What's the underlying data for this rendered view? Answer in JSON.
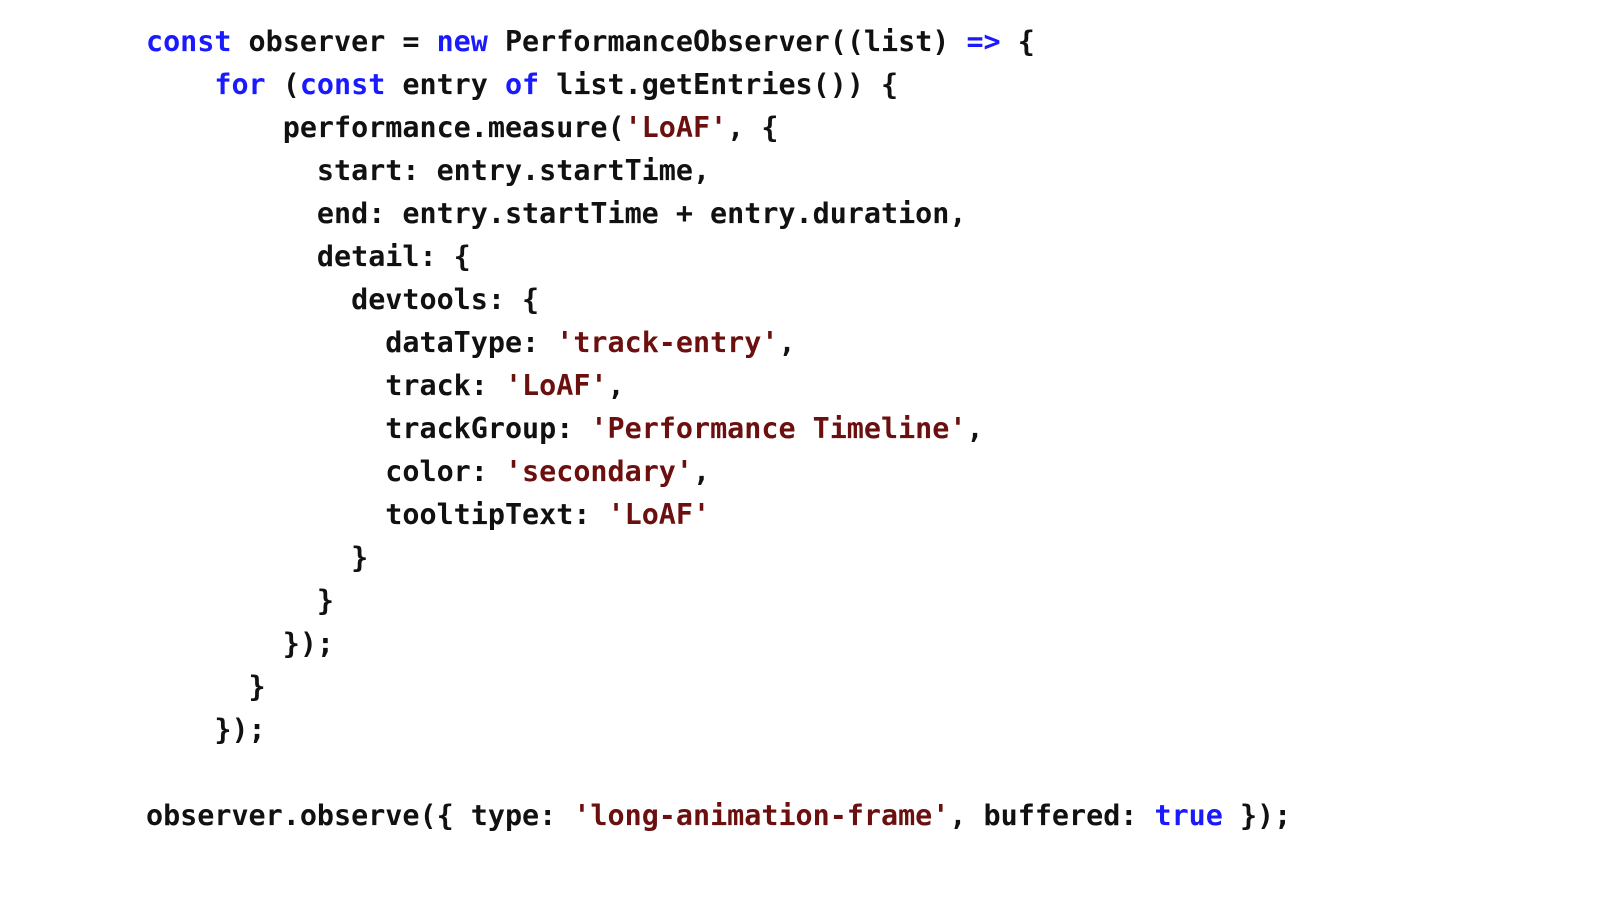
{
  "code_editor": {
    "colors": {
      "keyword": "#1a1aff",
      "string": "#6b0f0f",
      "text": "#111111",
      "background": "#ffffff"
    },
    "lines": [
      [
        {
          "t": "kw",
          "v": "const"
        },
        {
          "t": "plain",
          "v": " observer = "
        },
        {
          "t": "kw",
          "v": "new"
        },
        {
          "t": "plain",
          "v": " PerformanceObserver((list) "
        },
        {
          "t": "kw",
          "v": "=>"
        },
        {
          "t": "plain",
          "v": " {"
        }
      ],
      [
        {
          "t": "plain",
          "v": "    "
        },
        {
          "t": "kw",
          "v": "for"
        },
        {
          "t": "plain",
          "v": " ("
        },
        {
          "t": "kw",
          "v": "const"
        },
        {
          "t": "plain",
          "v": " entry "
        },
        {
          "t": "kw",
          "v": "of"
        },
        {
          "t": "plain",
          "v": " list.getEntries()) {"
        }
      ],
      [
        {
          "t": "plain",
          "v": "        performance.measure("
        },
        {
          "t": "str",
          "v": "'LoAF'"
        },
        {
          "t": "plain",
          "v": ", {"
        }
      ],
      [
        {
          "t": "plain",
          "v": "          start: entry.startTime,"
        }
      ],
      [
        {
          "t": "plain",
          "v": "          end: entry.startTime + entry.duration,"
        }
      ],
      [
        {
          "t": "plain",
          "v": "          detail: {"
        }
      ],
      [
        {
          "t": "plain",
          "v": "            devtools: {"
        }
      ],
      [
        {
          "t": "plain",
          "v": "              dataType: "
        },
        {
          "t": "str",
          "v": "'track-entry'"
        },
        {
          "t": "plain",
          "v": ","
        }
      ],
      [
        {
          "t": "plain",
          "v": "              track: "
        },
        {
          "t": "str",
          "v": "'LoAF'"
        },
        {
          "t": "plain",
          "v": ","
        }
      ],
      [
        {
          "t": "plain",
          "v": "              trackGroup: "
        },
        {
          "t": "str",
          "v": "'Performance Timeline'"
        },
        {
          "t": "plain",
          "v": ","
        }
      ],
      [
        {
          "t": "plain",
          "v": "              color: "
        },
        {
          "t": "str",
          "v": "'secondary'"
        },
        {
          "t": "plain",
          "v": ","
        }
      ],
      [
        {
          "t": "plain",
          "v": "              tooltipText: "
        },
        {
          "t": "str",
          "v": "'LoAF'"
        }
      ],
      [
        {
          "t": "plain",
          "v": "            }"
        }
      ],
      [
        {
          "t": "plain",
          "v": "          }"
        }
      ],
      [
        {
          "t": "plain",
          "v": "        });"
        }
      ],
      [
        {
          "t": "plain",
          "v": "      }"
        }
      ],
      [
        {
          "t": "plain",
          "v": "    });"
        }
      ],
      [
        {
          "t": "plain",
          "v": ""
        }
      ],
      [
        {
          "t": "plain",
          "v": "observer.observe({ type: "
        },
        {
          "t": "str",
          "v": "'long-animation-frame'"
        },
        {
          "t": "plain",
          "v": ", buffered: "
        },
        {
          "t": "kw",
          "v": "true"
        },
        {
          "t": "plain",
          "v": " });"
        }
      ]
    ]
  }
}
